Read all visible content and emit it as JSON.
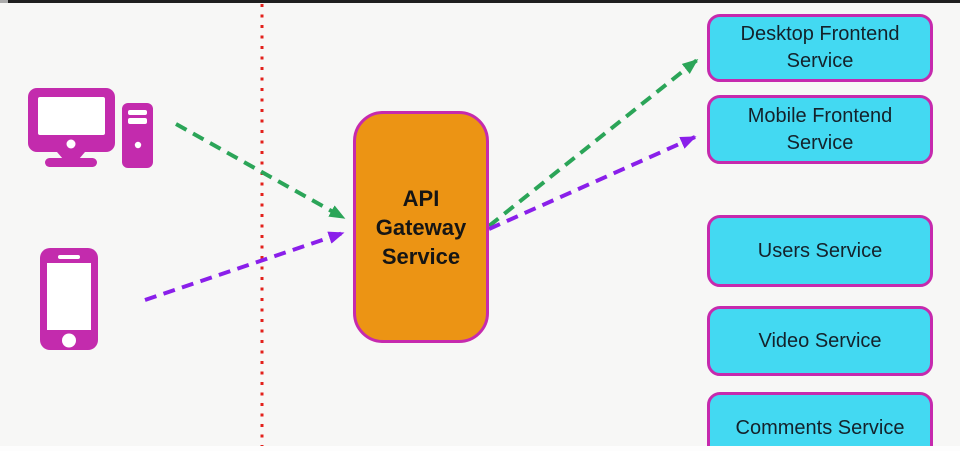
{
  "diagram": {
    "gateway": {
      "label": "API Gateway Service"
    },
    "services": [
      {
        "label": "Desktop Frontend Service"
      },
      {
        "label": "Mobile Frontend Service"
      },
      {
        "label": "Users Service"
      },
      {
        "label": "Video Service"
      },
      {
        "label": "Comments Service"
      }
    ],
    "clients": [
      {
        "icon": "desktop-computer-icon"
      },
      {
        "icon": "mobile-phone-icon"
      }
    ],
    "edges": [
      {
        "from": "desktop-computer",
        "to": "api-gateway-service",
        "style": "dashed",
        "color": "#2ba558"
      },
      {
        "from": "mobile-phone",
        "to": "api-gateway-service",
        "style": "dashed",
        "color": "#8a1fea"
      },
      {
        "from": "api-gateway-service",
        "to": "desktop-frontend-service",
        "style": "dashed",
        "color": "#2ba558"
      },
      {
        "from": "api-gateway-service",
        "to": "mobile-frontend-service",
        "style": "dashed",
        "color": "#8a1fea"
      }
    ],
    "divider": {
      "style": "dotted",
      "orientation": "vertical",
      "color": "#e3201b"
    },
    "colors": {
      "background": "#f7f7f6",
      "node_border_magenta": "#c62aae",
      "gateway_fill_orange": "#ec9414",
      "service_fill_cyan": "#43d9f2",
      "icon_magenta": "#c32bad",
      "arrow_green": "#2ba558",
      "arrow_purple": "#8a1fea",
      "divider_red": "#e3201b",
      "text_dark": "#14222b"
    }
  }
}
